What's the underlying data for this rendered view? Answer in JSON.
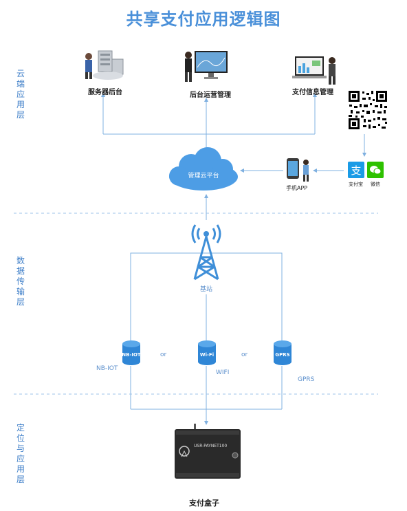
{
  "title": "共享支付应用逻辑图",
  "layers": {
    "cloud": "云端应用层",
    "transport": "数据传输层",
    "positioning": "定位与应用层"
  },
  "cloud_nodes": {
    "server": "服务器后台",
    "ops": "后台运营管理",
    "payment_info": "支付信息管理",
    "cloud_platform": "管理云平台",
    "mobile_app": "手机APP",
    "alipay": "支付宝",
    "wechat": "微信"
  },
  "transport": {
    "base_station": "基站",
    "nbiot_module": "NB-IOT",
    "wifi_module": "Wi-Fi",
    "gprs_module": "GPRS",
    "nbiot_label": "NB-IOT",
    "wifi_label": "WIFI",
    "gprs_label": "GPRS",
    "or_1": "or",
    "or_2": "or"
  },
  "device": {
    "label": "支付盒子",
    "model": "USR-PAYNET100"
  },
  "colors": {
    "title": "#4a90d9",
    "line": "#7fb0e0",
    "cylinder": "#2f86d6",
    "device": "#2a2a2a",
    "alipay": "#1a9be6",
    "wechat": "#2ec100"
  }
}
